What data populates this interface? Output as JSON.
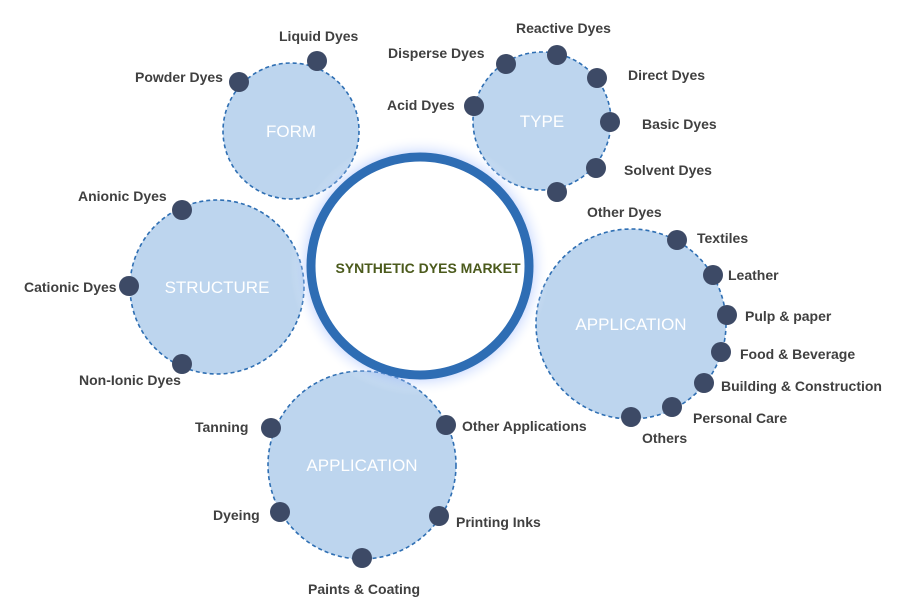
{
  "center": {
    "title": "SYNTHETIC DYES MARKET"
  },
  "segments": {
    "form": {
      "title": "FORM",
      "items": [
        "Liquid Dyes",
        "Powder Dyes"
      ]
    },
    "type": {
      "title": "TYPE",
      "items": [
        "Reactive Dyes",
        "Disperse Dyes",
        "Direct Dyes",
        "Acid Dyes",
        "Basic Dyes",
        "Solvent Dyes",
        "Other Dyes"
      ]
    },
    "structure": {
      "title": "STRUCTURE",
      "items": [
        "Anionic Dyes",
        "Cationic Dyes",
        "Non-Ionic Dyes"
      ]
    },
    "application_right": {
      "title": "APPLICATION",
      "items": [
        "Textiles",
        "Leather",
        "Pulp & paper",
        "Food & Beverage",
        "Building & Construction",
        "Personal Care",
        "Others"
      ]
    },
    "application_bottom": {
      "title": "APPLICATION",
      "items": [
        "Tanning",
        "Other Applications",
        "Dyeing",
        "Printing Inks",
        "Paints & Coating"
      ]
    }
  },
  "colors": {
    "segment_fill": "#bdd5ee",
    "segment_border": "#2f6fb3",
    "center_ring": "#2e6db4",
    "center_glow": "#6f96ff",
    "dot": "#3d4a66",
    "center_text": "#4b5a1c",
    "label_text": "#404040"
  }
}
